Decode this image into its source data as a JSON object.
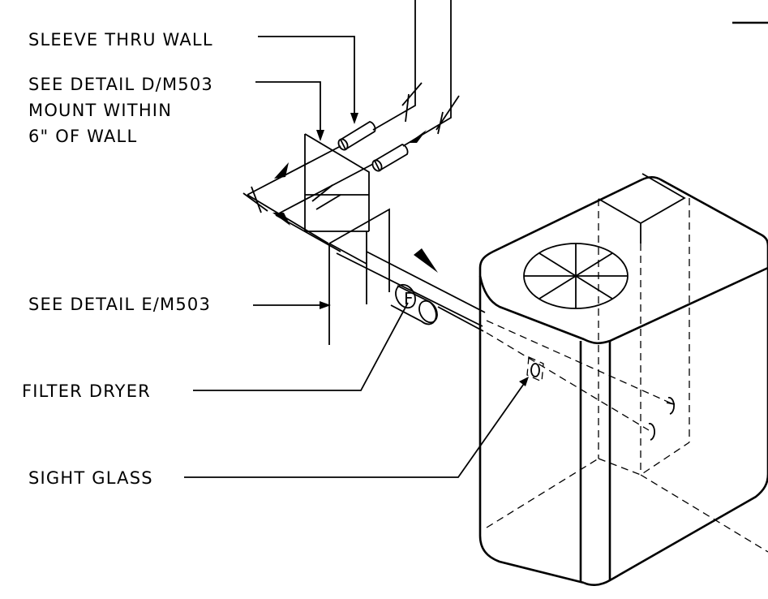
{
  "labels": {
    "sleeve": "SLEEVE THRU WALL",
    "detail_d_line1": "SEE DETAIL D/M503",
    "detail_d_line2": "MOUNT WITHIN",
    "detail_d_line3": "6\" OF WALL",
    "detail_e": "SEE DETAIL E/M503",
    "filter_dryer": "FILTER DRYER",
    "sight_glass": "SIGHT GLASS",
    "filter_symbol": "F"
  }
}
